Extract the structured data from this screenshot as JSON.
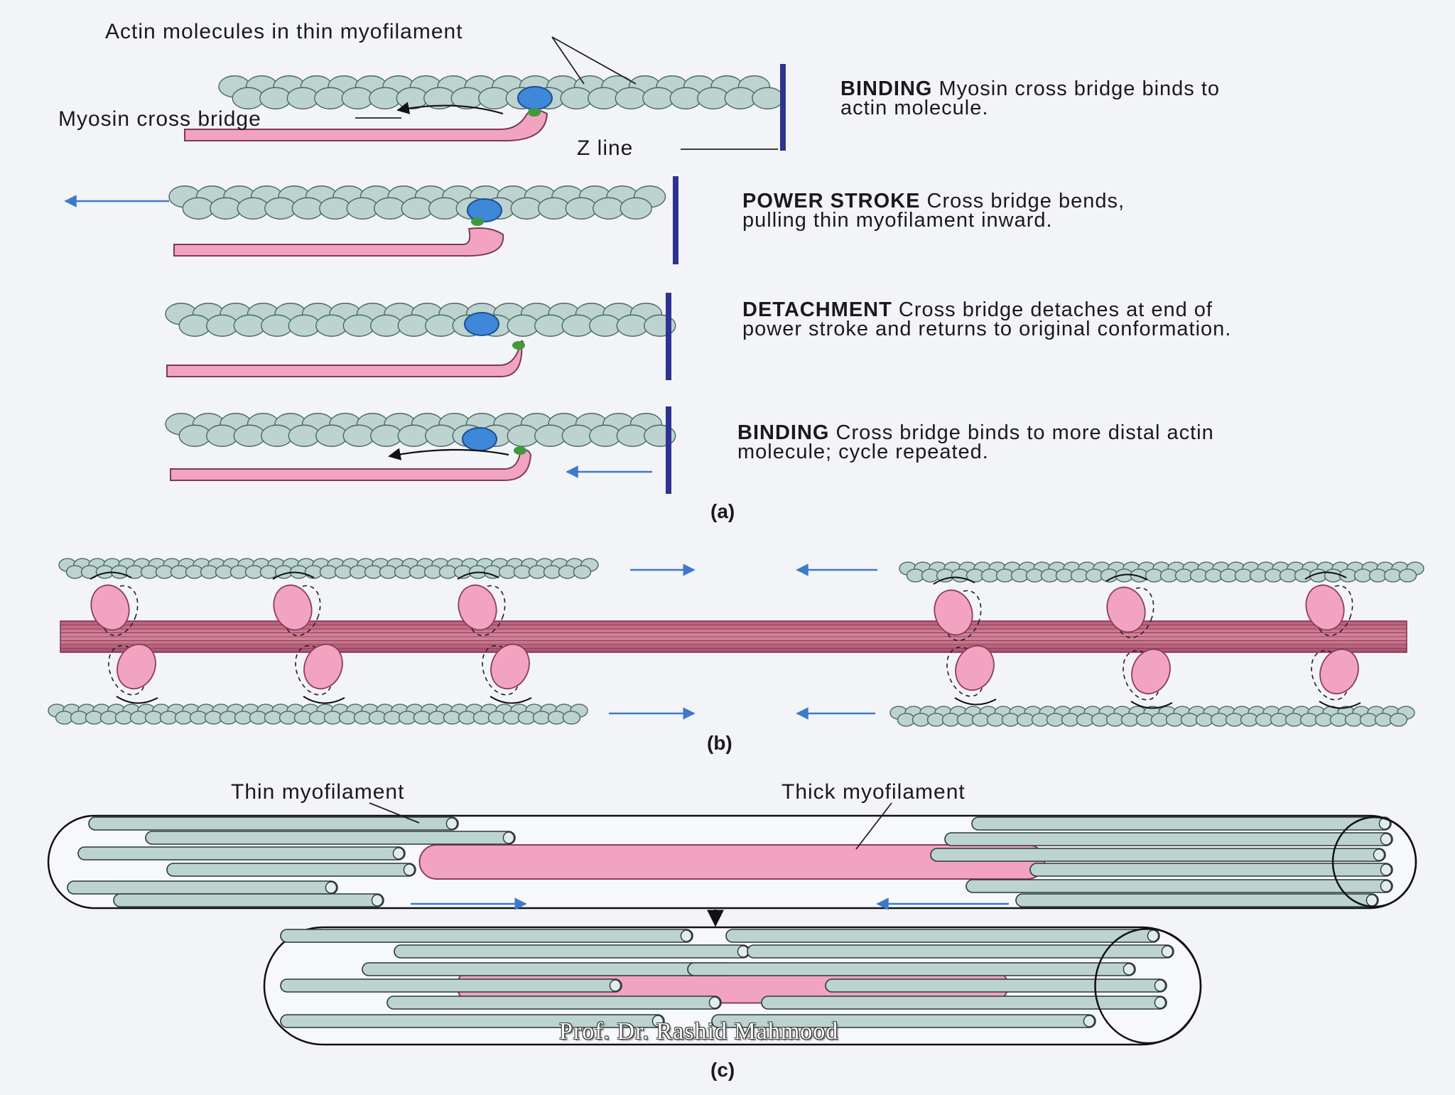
{
  "labels": {
    "actin": "Actin molecules in thin myofilament",
    "myosin": "Myosin cross bridge",
    "zline": "Z line",
    "thin": "Thin myofilament",
    "thick": "Thick myofilament"
  },
  "steps": [
    {
      "title": "BINDING",
      "text": "Myosin cross bridge binds to actin molecule."
    },
    {
      "title": "POWER STROKE",
      "text": "Cross bridge bends, pulling thin myofilament inward."
    },
    {
      "title": "DETACHMENT",
      "text": "Cross bridge detaches at end of power stroke and returns to original conformation."
    },
    {
      "title": "BINDING",
      "text": "Cross bridge binds to more distal actin molecule; cycle repeated."
    }
  ],
  "panels": {
    "a": "(a)",
    "b": "(b)",
    "c": "(c)"
  },
  "watermark": "Prof. Dr. Rashid Mahmood",
  "colors": {
    "actin": "#bcd3cf",
    "myosin": "#f2a3c0",
    "thick": "#c9768d",
    "binding_site": "#3f87d8",
    "z_line": "#2e3390",
    "arrow": "#3f7ac9"
  }
}
